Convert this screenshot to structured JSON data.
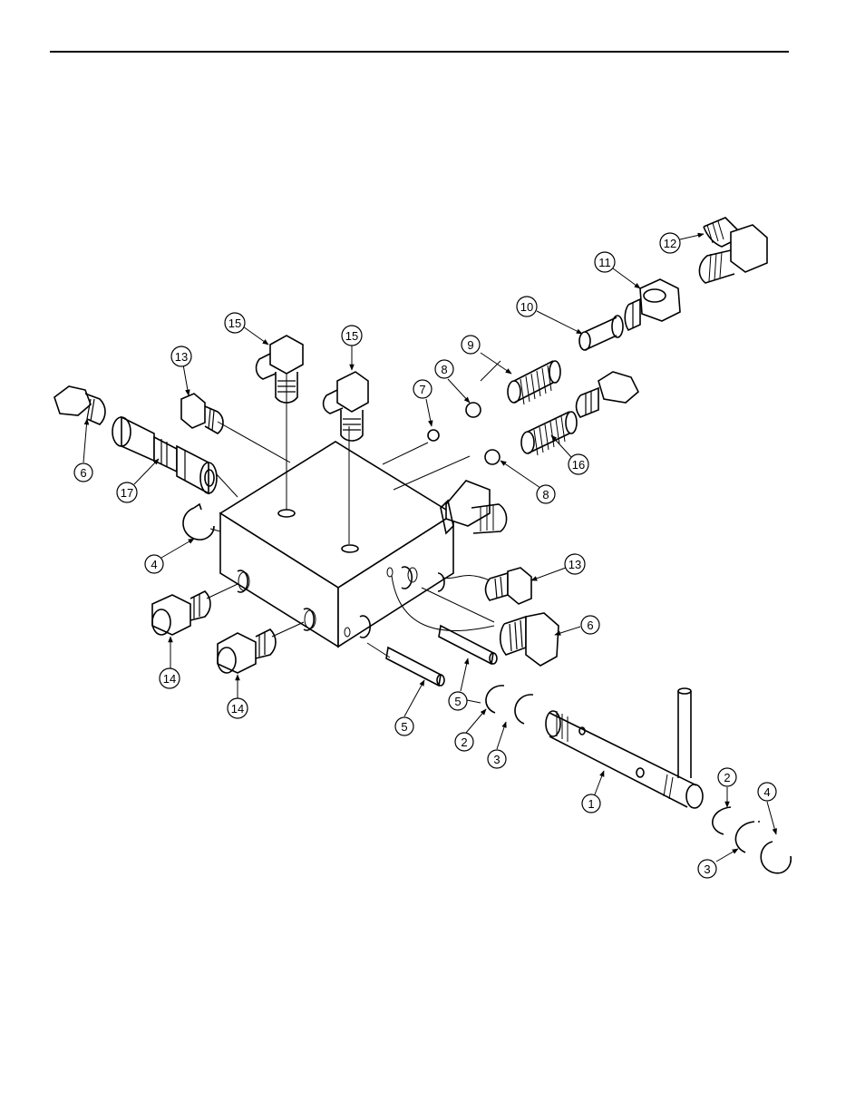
{
  "diagram": {
    "callouts": [
      {
        "id": "c1",
        "label": "1"
      },
      {
        "id": "c2a",
        "label": "2"
      },
      {
        "id": "c2b",
        "label": "2"
      },
      {
        "id": "c3a",
        "label": "3"
      },
      {
        "id": "c3b",
        "label": "3"
      },
      {
        "id": "c4a",
        "label": "4"
      },
      {
        "id": "c4b",
        "label": "4"
      },
      {
        "id": "c5a",
        "label": "5"
      },
      {
        "id": "c5b",
        "label": "5"
      },
      {
        "id": "c6a",
        "label": "6"
      },
      {
        "id": "c6b",
        "label": "6"
      },
      {
        "id": "c7",
        "label": "7"
      },
      {
        "id": "c8a",
        "label": "8"
      },
      {
        "id": "c8b",
        "label": "8"
      },
      {
        "id": "c9",
        "label": "9"
      },
      {
        "id": "c10",
        "label": "10"
      },
      {
        "id": "c11",
        "label": "11"
      },
      {
        "id": "c12",
        "label": "12"
      },
      {
        "id": "c13a",
        "label": "13"
      },
      {
        "id": "c13b",
        "label": "13"
      },
      {
        "id": "c14a",
        "label": "14"
      },
      {
        "id": "c14b",
        "label": "14"
      },
      {
        "id": "c15a",
        "label": "15"
      },
      {
        "id": "c15b",
        "label": "15"
      },
      {
        "id": "c16",
        "label": "16"
      },
      {
        "id": "c17",
        "label": "17"
      }
    ]
  }
}
